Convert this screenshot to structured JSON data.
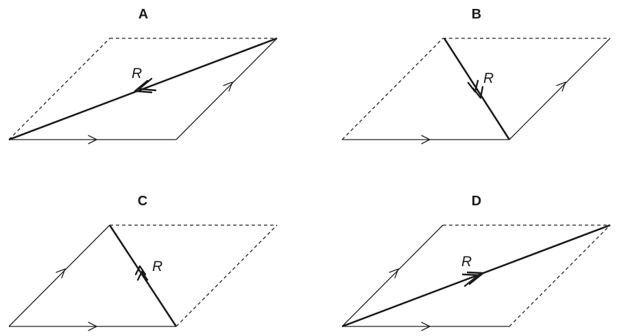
{
  "panels": [
    {
      "id": "A",
      "label": "A",
      "resultant_label": "R"
    },
    {
      "id": "B",
      "label": "B",
      "resultant_label": "R"
    },
    {
      "id": "C",
      "label": "C",
      "resultant_label": "R"
    },
    {
      "id": "D",
      "label": "D",
      "resultant_label": "R"
    }
  ]
}
